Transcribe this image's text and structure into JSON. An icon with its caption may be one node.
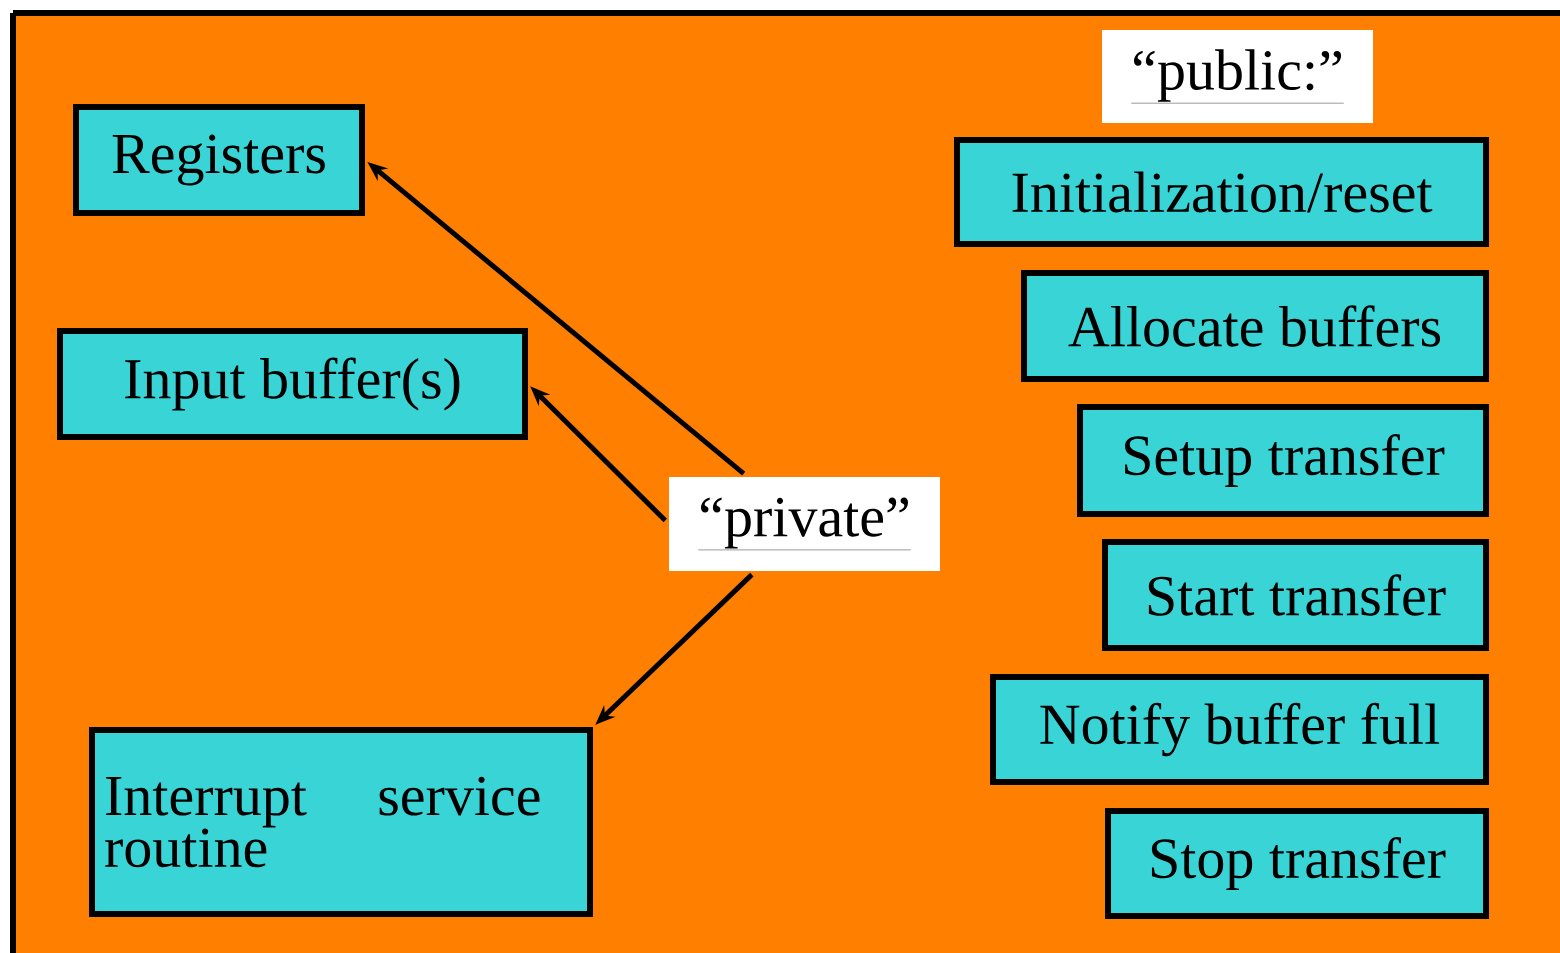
{
  "diagram": {
    "nodes": [
      {
        "text": [
          "“public:”"
        ]
      },
      {
        "text": [
          "Initialization/reset"
        ]
      },
      {
        "text": [
          "Allocate buffers"
        ]
      },
      {
        "text": [
          "Setup transfer"
        ]
      },
      {
        "text": [
          "Start transfer"
        ]
      },
      {
        "text": [
          "Notify buffer full"
        ]
      },
      {
        "text": [
          "Stop transfer"
        ]
      },
      {
        "text": [
          "Registers"
        ]
      },
      {
        "text": [
          "Input buffer(s)"
        ]
      },
      {
        "text": [
          "“private”"
        ]
      },
      {
        "text": [
          "Interrupt service routine"
        ]
      }
    ],
    "edges": [
      {
        "from": 9,
        "to": 7,
        "arrow": "to"
      },
      {
        "from": 9,
        "to": 8,
        "arrow": "to"
      },
      {
        "from": 9,
        "to": 10,
        "arrow": "to"
      }
    ]
  }
}
